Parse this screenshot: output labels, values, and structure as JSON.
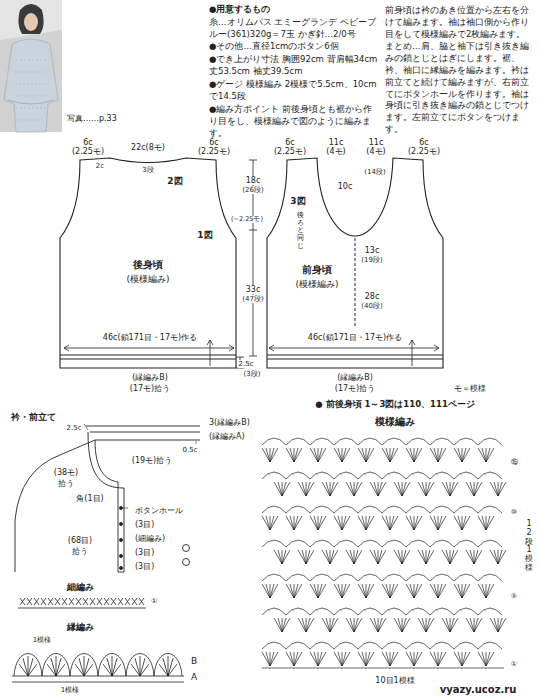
{
  "diagram": {
    "nodes": [
      {
        "text": [
          "後身頃",
          "(模様編み)"
        ]
      },
      {
        "text": [
          "前身頃",
          "(模様編み)"
        ]
      }
    ],
    "labels": [
      "写真……p.33",
      "●用意するもの",
      "糸…オリムパス エミーグランデ ベビーブルー(361)320g＝7玉 かぎ針…2/0号",
      "●その他…直径1cmのボタン6個",
      "●でき上がり寸法 胸囲92cm 背肩幅34cm 丈53.5cm 袖丈39.5cm",
      "●ゲージ 模様編み 2模様で5.5cm、10cmで14.5段",
      "●編み方ポイント 前後身頃とも裾から作り目をし、模様編みで図のように編みます。",
      "前身頃は衿のあき位置から左右を分けて編みます。袖は袖口側から作り目をして模様編みで2枚編みます。",
      "まとめ…肩、脇と袖下は引き抜き編みの鎖とじとはぎにします。裾、衿、袖口に縁編みを編みます。衿は前立てと続けて編みますが、右前立てにボタンホールを作ります。袖は身頃に引き抜き編みの鎖とじでつけます。左前立てにボタンをつけます。",
      "6c",
      "(2.25モ)",
      "22c(8モ)",
      "6c",
      "(2.25モ)",
      "2c",
      "3段",
      "2図",
      "1図",
      "(−2.25モ)",
      "18c",
      "(26段)",
      "33c",
      "(47段)",
      "46c(鎖171目・17モ)作る",
      "2.5c",
      "(3段)",
      "(縁編みB)",
      "(17モ)拾う",
      "6c",
      "(2.25モ)",
      "11c",
      "(4モ)",
      "11c",
      "(4モ)",
      "6c",
      "(2.25モ)",
      "10c",
      "(14段)",
      "3図",
      "後ろと同じ",
      "13c",
      "(19段)",
      "28c",
      "(40段)",
      "46c(鎖171目・17モ)作る",
      "(縁編みB)",
      "(17モ)拾う",
      "モ＝模様",
      "● 前後身頃 1～3図は110、111ページ",
      "衿・前立て",
      "3(縁編みB)",
      "2.5c",
      "0.5c",
      "(縁編みA)",
      "(19モ)拾う",
      "(38モ)",
      "拾う",
      "角(1目)",
      "(68目)",
      "拾う",
      "ボタンホール",
      "(3目)",
      "(細編み)",
      "(3目)",
      "(3目)",
      "細編み",
      "①",
      "縁編み",
      "1模様",
      "B",
      "A",
      "1模様",
      "模様編み",
      "⑮",
      "⑩",
      "⑤",
      "①",
      "12段 1模様",
      "10目1模様",
      "vyazy.ucoz.ru"
    ]
  }
}
